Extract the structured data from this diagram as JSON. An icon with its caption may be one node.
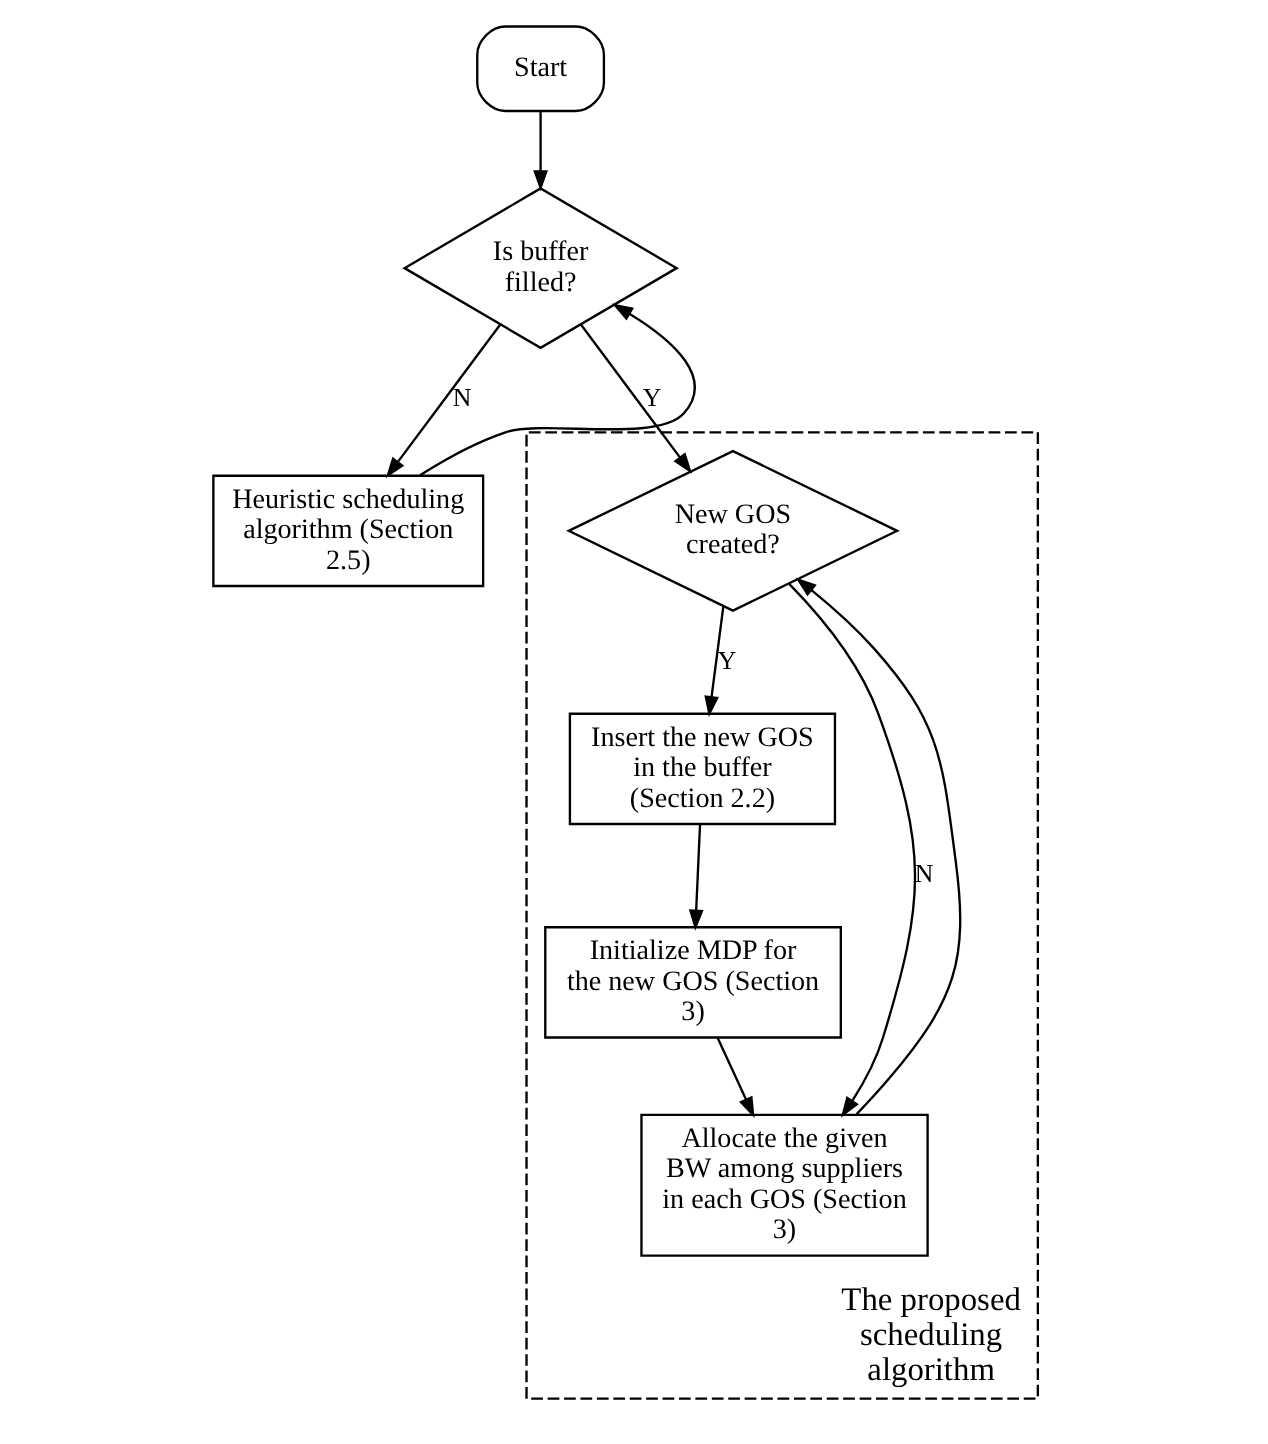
{
  "diagram": {
    "nodes": [
      {
        "text": [
          "Start"
        ]
      },
      {
        "text": [
          "Is buffer filled?"
        ]
      },
      {
        "text": [
          "Heuristic scheduling algorithm (Section 2.5)"
        ]
      },
      {
        "text": [
          "The proposed scheduling algorithm"
        ]
      },
      {
        "text": [
          "New GOS created?"
        ],
        "in": 3
      },
      {
        "text": [
          "Insert the new GOS in the buffer (Section 2.2)"
        ],
        "in": 3
      },
      {
        "text": [
          "Initialize MDP for the new GOS (Section 3)"
        ],
        "in": 3
      },
      {
        "text": [
          "Allocate the given BW among suppliers in each GOS (Section 3)"
        ],
        "in": 3
      }
    ],
    "edges": [
      {
        "from": 0,
        "to": 1,
        "arrow": "to"
      },
      {
        "from": 1,
        "to": 4,
        "label": "Y",
        "arrow": "to"
      },
      {
        "from": 1,
        "to": 2,
        "label": "N",
        "arrow": "to"
      },
      {
        "from": 2,
        "to": 1,
        "arrow": "to"
      },
      {
        "from": 4,
        "to": 5,
        "label": "Y",
        "arrow": "to"
      },
      {
        "from": 4,
        "to": 7,
        "label": "N",
        "arrow": "to"
      },
      {
        "from": 5,
        "to": 6,
        "arrow": "to"
      },
      {
        "from": 6,
        "to": 7,
        "arrow": "to"
      },
      {
        "from": 7,
        "to": 4,
        "arrow": "to"
      }
    ]
  }
}
